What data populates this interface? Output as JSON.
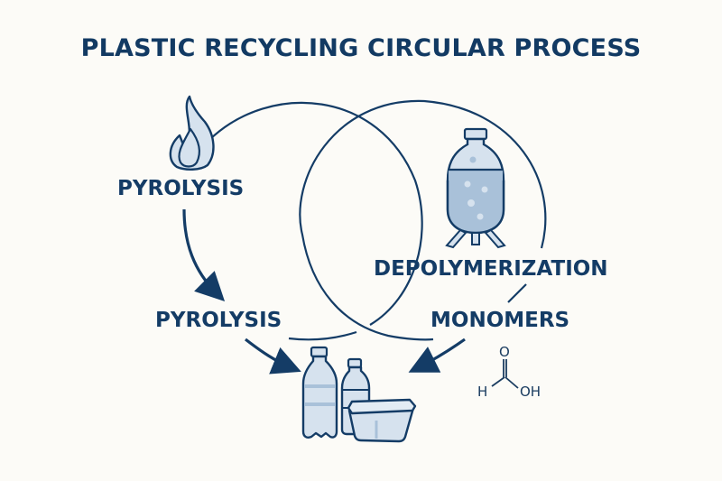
{
  "title": "PLASTIC RECYCLING CIRCULAR PROCESS",
  "labels": {
    "pyrolysis_top": "PYROLYSIS",
    "pyrolysis_bottom": "PYROLYSIS",
    "depolymerization": "DEPOLYMERIZATION",
    "monomers": "MONOMERS"
  },
  "icons": {
    "flame": "flame-icon",
    "reactor": "reactor-vessel-icon",
    "products": "plastic-bottles-and-container-icon",
    "molecule": "formic-acid-structure-icon"
  },
  "molecule": {
    "atom_o": "O",
    "atom_h": "H",
    "atom_oh": "OH"
  },
  "colors": {
    "primary": "#143c66",
    "fill_light": "#d6e2ee",
    "fill_mid": "#a9c1d9",
    "background": "#fcfbf7"
  }
}
